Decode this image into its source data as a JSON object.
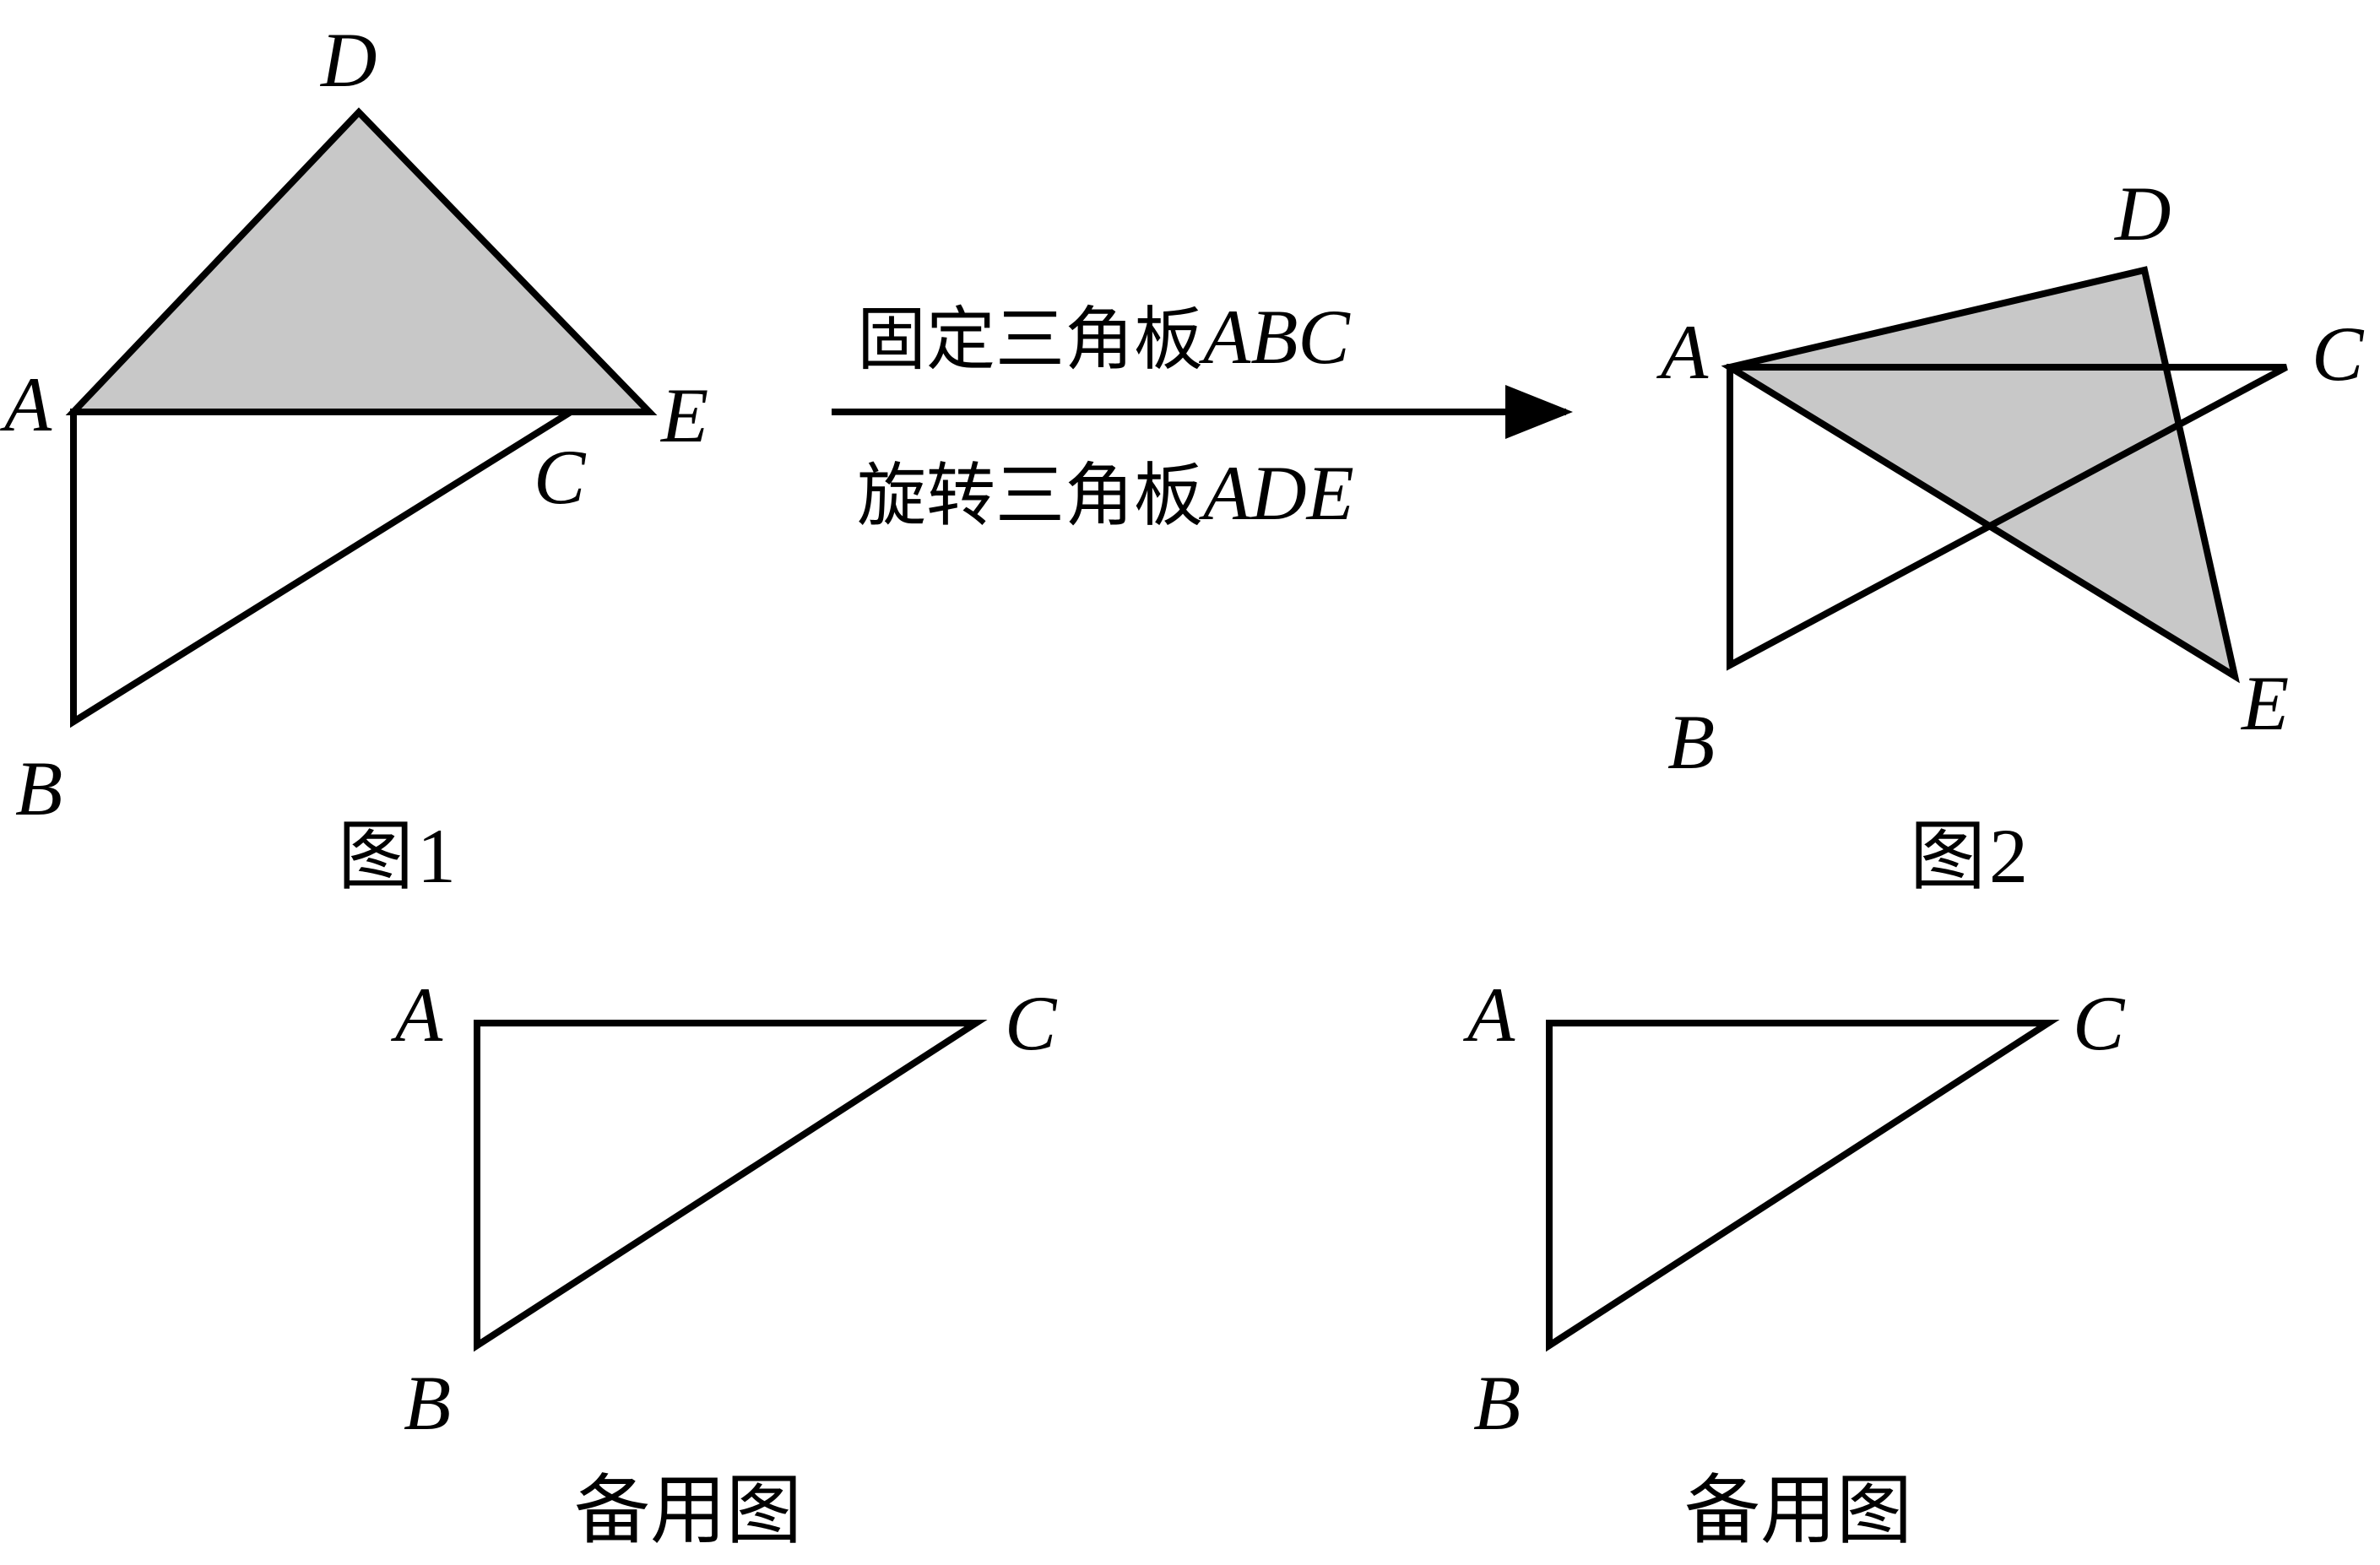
{
  "colors": {
    "stroke": "#000000",
    "shade": "#c8c8c8",
    "background": "#ffffff"
  },
  "figure1": {
    "caption_prefix": "图",
    "caption_number": "1",
    "labels": {
      "A": "A",
      "B": "B",
      "C": "C",
      "D": "D",
      "E": "E"
    }
  },
  "transform": {
    "line1_cn": "固定三角板",
    "line1_latin": "ABC",
    "line2_cn": "旋转三角板",
    "line2_latin": "ADE"
  },
  "figure2": {
    "caption_prefix": "图",
    "caption_number": "2",
    "labels": {
      "A": "A",
      "B": "B",
      "C": "C",
      "D": "D",
      "E": "E"
    }
  },
  "spare1": {
    "caption": "备用图",
    "labels": {
      "A": "A",
      "B": "B",
      "C": "C"
    }
  },
  "spare2": {
    "caption": "备用图",
    "labels": {
      "A": "A",
      "B": "B",
      "C": "C"
    }
  }
}
